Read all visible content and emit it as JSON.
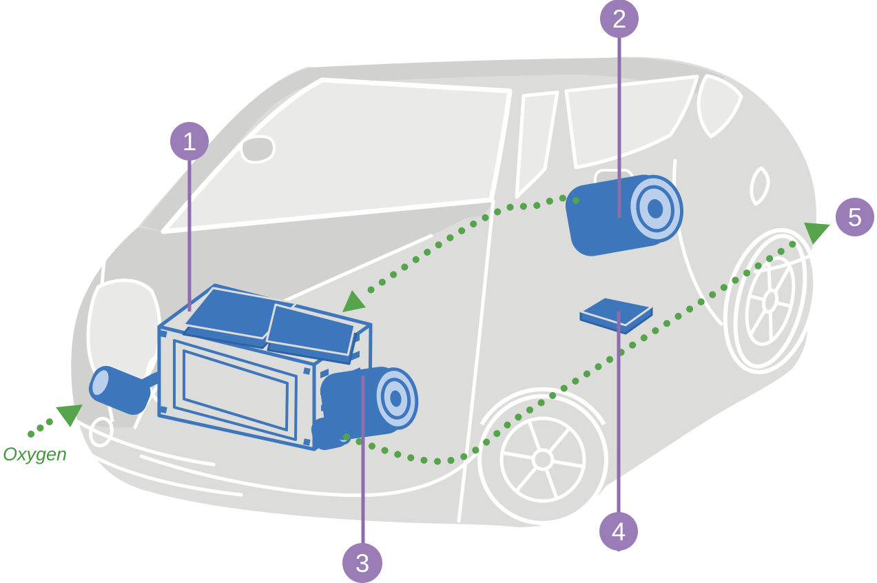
{
  "diagram": {
    "type": "fuel-cell-vehicle-component-diagram",
    "callouts": [
      {
        "number": "1",
        "icon": "fuel-cell-stack"
      },
      {
        "number": "2",
        "icon": "hydrogen-tank"
      },
      {
        "number": "3",
        "icon": "electric-motor"
      },
      {
        "number": "4",
        "icon": "battery-module"
      },
      {
        "number": "5",
        "icon": "exhaust-outlet-arrow"
      }
    ],
    "labels": {
      "oxygen": "Oxygen"
    },
    "colors": {
      "component_blue": "#3d76bb",
      "component_dark_blue": "#2f62a3",
      "component_light_blue": "#b9cfeb",
      "flow_green": "#55a34a",
      "oxygen_text_green": "#44983e",
      "callout_purple": "#9a7cb6",
      "callout_line_purple": "#8e6dac",
      "car_body_gray": "#dcdcda",
      "car_shade_gray": "#d1d1cf",
      "car_glass_gray": "#eaeae9",
      "line_white": "#ffffff",
      "background": "#ffffff"
    }
  }
}
